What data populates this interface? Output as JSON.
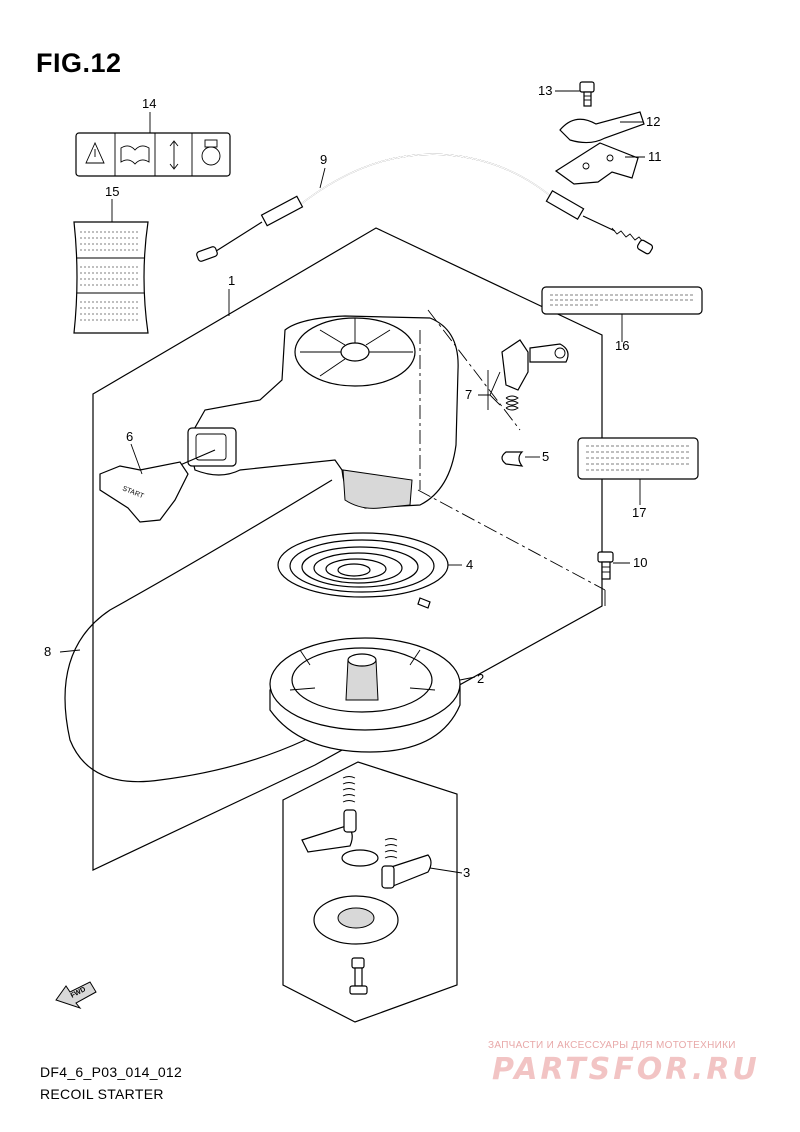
{
  "figure": {
    "title": "FIG.12",
    "code": "DF4_6_P03_014_012",
    "caption": "RECOIL STARTER"
  },
  "callouts": [
    {
      "id": "c1",
      "label": "1"
    },
    {
      "id": "c2",
      "label": "2"
    },
    {
      "id": "c3",
      "label": "3"
    },
    {
      "id": "c4",
      "label": "4"
    },
    {
      "id": "c5",
      "label": "5"
    },
    {
      "id": "c6",
      "label": "6"
    },
    {
      "id": "c7",
      "label": "7"
    },
    {
      "id": "c8",
      "label": "8"
    },
    {
      "id": "c9",
      "label": "9"
    },
    {
      "id": "c10",
      "label": "10"
    },
    {
      "id": "c11",
      "label": "11"
    },
    {
      "id": "c12",
      "label": "12"
    },
    {
      "id": "c13",
      "label": "13"
    },
    {
      "id": "c14",
      "label": "14"
    },
    {
      "id": "c15",
      "label": "15"
    },
    {
      "id": "c16",
      "label": "16"
    },
    {
      "id": "c17",
      "label": "17"
    }
  ],
  "handle_text": "START",
  "fwd_text": "FWD",
  "watermark": {
    "tagline": "ЗАПЧАСТИ И АКСЕССУАРЫ ДЛЯ МОТОТЕХНИКИ",
    "logo": "PARTSFOR.RU"
  },
  "colors": {
    "line": "#000000",
    "watermark": "#e06060"
  }
}
